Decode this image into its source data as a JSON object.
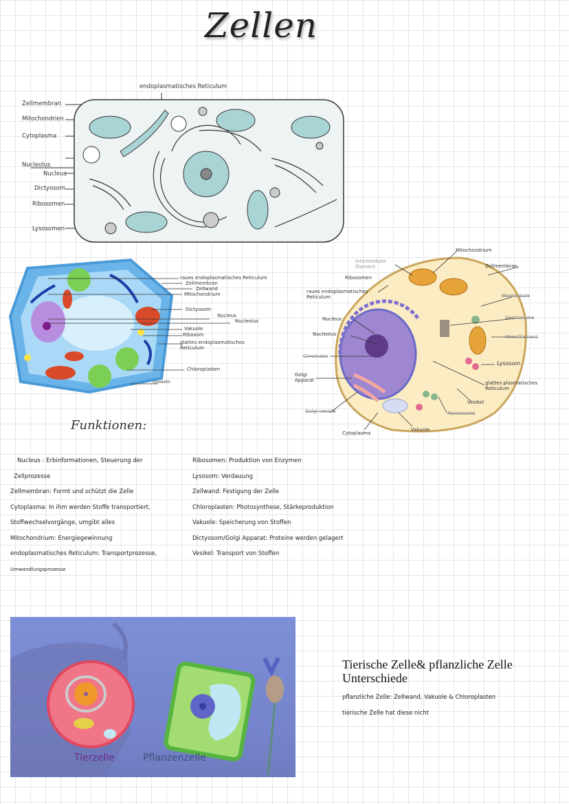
{
  "title": "Zellen",
  "diagram1": {
    "top_label": "endoplasmatisches Reticulum",
    "labels": [
      "Zellmembran",
      "Mitochondrien",
      "Cytoplasma",
      "Nucleolus",
      "Nucleus",
      "Dictyosom",
      "Ribosomen",
      "Lysosomen"
    ]
  },
  "diagram2": {
    "labels": [
      "raues endoplasmatisches Reticulum",
      "Zellmembran",
      "Zellwand",
      "Mitochondrium",
      "Dictyosom",
      "Nucleus",
      "Nucleolus",
      "Vakuole",
      "Ribosom",
      "glattes endoplasmatisches Reticulum",
      "Chloroplasten",
      "Lysosom"
    ]
  },
  "diagram3": {
    "labels": [
      "Mitochondrium",
      "Zellmembran",
      "Intermediate filament",
      "Ribosomen",
      "raues endoplasmatisches Reticulum",
      "Microtubule",
      "Nucleus",
      "Centrosome",
      "Nucleolus",
      "Microfilament",
      "Chromatin",
      "Lysosom",
      "Golgi Apparat",
      "glattes plasmatisches Reticulum",
      "Vesikel",
      "Golgi vesicle",
      "Peroxisome",
      "Cytoplasma",
      "Vakuole"
    ]
  },
  "functions_heading": "Funktionen:",
  "functions_left": [
    "Nucleus : Erbinformationen, Steuerung der",
    "Zellprozesse",
    "Zellmembran: Formt und schützt die Zelle",
    "Cytoplasma: In ihm werden Stoffe transportiert,",
    "Stoffwechselvorgänge, umgibt alles",
    "Mitochondrium: Energiegewinnung",
    "endoplasmatisches Reticulum: Transportprozesse,",
    "Umwandlungsprozesse"
  ],
  "functions_right": [
    "Ribosomen: Produktion von Enzymen",
    "Lysosom: Verdauung",
    "Zellwand: Festigung der Zelle",
    "Chloroplasten: Photosynthese, Stärkeproduktion",
    "Vakuole: Speicherung von Stoffen",
    "Dictyosom/Golgi Apparat: Proteine werden gelagert",
    "Vesikel: Transport von Stoffen"
  ],
  "photo": {
    "left_caption": "Tierzelle",
    "right_caption": "Pflanzenzelle"
  },
  "comparison": {
    "heading_line1": "Tierische Zelle& pflanzliche Zelle",
    "heading_line2": "Unterschiede",
    "notes": [
      "pflanzliche Zelle: Zellwand, Vakuole & Chloroplasten",
      "tierische Zelle hat diese nicht"
    ]
  }
}
